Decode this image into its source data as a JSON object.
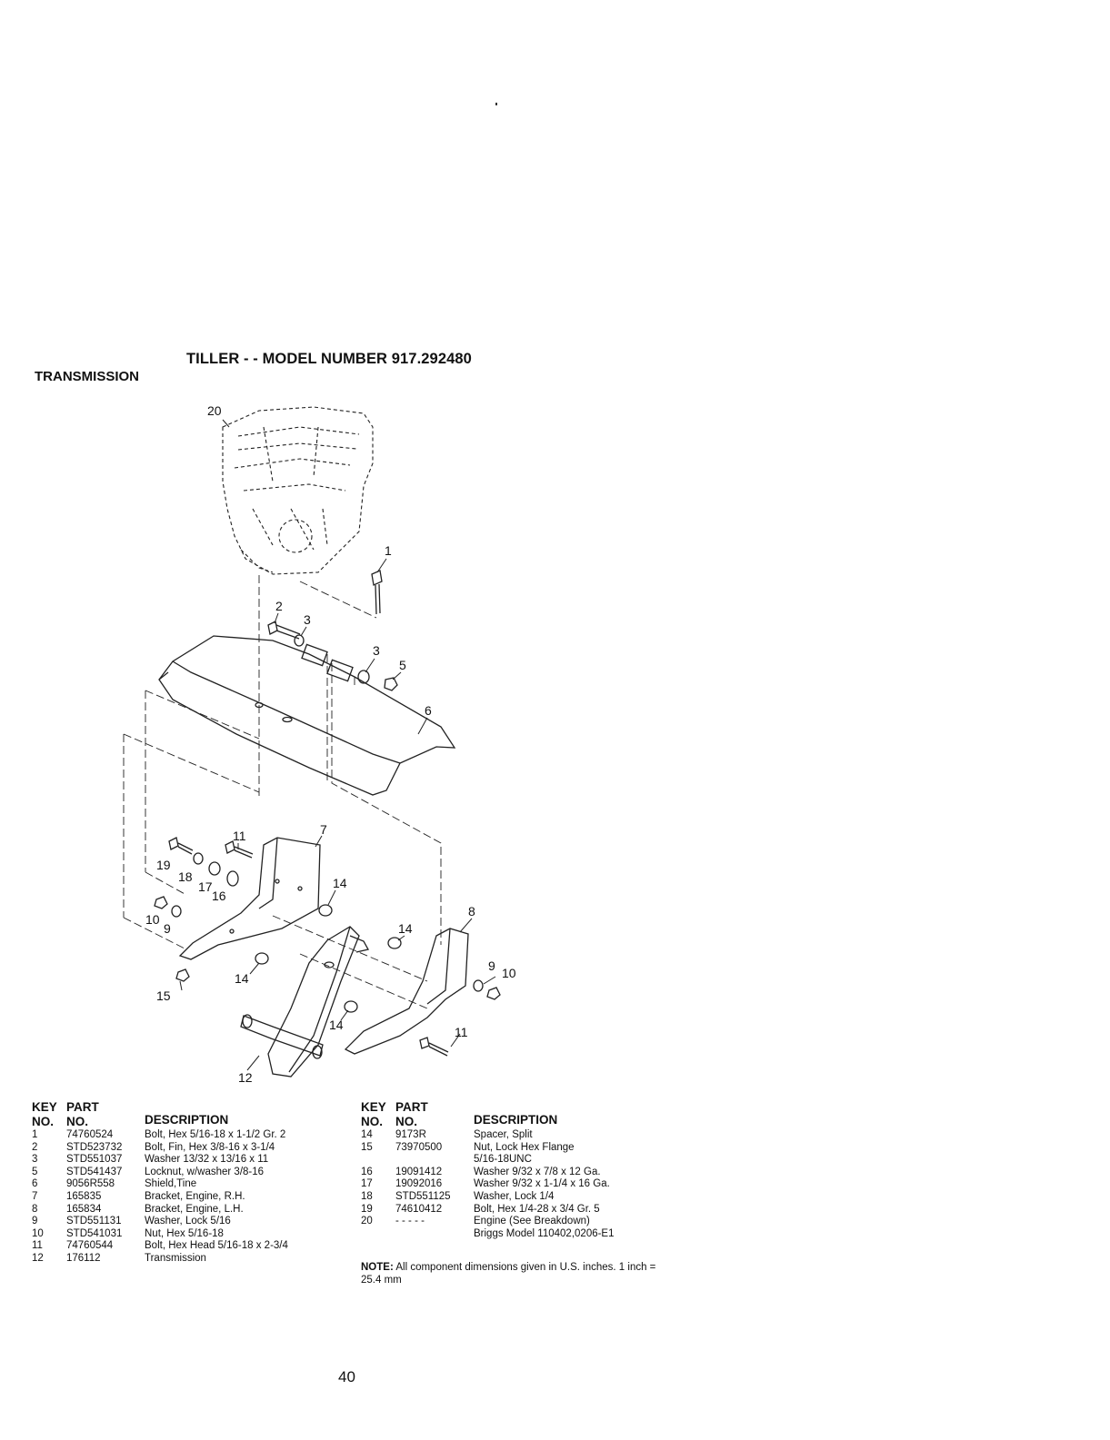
{
  "header": {
    "title": "TILLER - - MODEL NUMBER 917.292480",
    "section": "TRANSMISSION"
  },
  "diagram": {
    "callouts": [
      "20",
      "1",
      "2",
      "3",
      "3",
      "5",
      "6",
      "7",
      "11",
      "19",
      "18",
      "17",
      "16",
      "14",
      "8",
      "14",
      "10",
      "9",
      "9",
      "10",
      "14",
      "15",
      "14",
      "11",
      "12"
    ]
  },
  "parts_table": {
    "headers": {
      "key_top": "KEY",
      "key_bottom": "NO.",
      "part_top": "PART",
      "part_bottom": "NO.",
      "description": "DESCRIPTION"
    },
    "left": [
      {
        "key": "1",
        "part": "74760524",
        "desc": "Bolt, Hex 5/16-18 x 1-1/2 Gr. 2"
      },
      {
        "key": "2",
        "part": "STD523732",
        "desc": "Bolt, Fin, Hex 3/8-16 x 3-1/4"
      },
      {
        "key": "3",
        "part": "STD551037",
        "desc": "Washer 13/32 x 13/16 x 11"
      },
      {
        "key": "5",
        "part": "STD541437",
        "desc": "Locknut, w/washer 3/8-16"
      },
      {
        "key": "6",
        "part": "9056R558",
        "desc": "Shield,Tine"
      },
      {
        "key": "7",
        "part": "165835",
        "desc": "Bracket, Engine, R.H."
      },
      {
        "key": "8",
        "part": "165834",
        "desc": "Bracket, Engine, L.H."
      },
      {
        "key": "9",
        "part": "STD551131",
        "desc": "Washer, Lock 5/16"
      },
      {
        "key": "10",
        "part": "STD541031",
        "desc": "Nut, Hex 5/16-18"
      },
      {
        "key": "11",
        "part": "74760544",
        "desc": "Bolt, Hex Head 5/16-18 x 2-3/4"
      },
      {
        "key": "12",
        "part": "176112",
        "desc": "Transmission"
      }
    ],
    "right": [
      {
        "key": "14",
        "part": "9173R",
        "desc": "Spacer, Split"
      },
      {
        "key": "15",
        "part": "73970500",
        "desc": "Nut, Lock Hex Flange"
      },
      {
        "key": "",
        "part": "",
        "desc": "5/16-18UNC"
      },
      {
        "key": "16",
        "part": "19091412",
        "desc": "Washer 9/32 x 7/8 x 12 Ga."
      },
      {
        "key": "17",
        "part": "19092016",
        "desc": "Washer 9/32 x 1-1/4 x 16 Ga."
      },
      {
        "key": "18",
        "part": "STD551125",
        "desc": "Washer, Lock 1/4"
      },
      {
        "key": "19",
        "part": "74610412",
        "desc": "Bolt, Hex 1/4-28 x 3/4 Gr. 5"
      },
      {
        "key": "20",
        "part": "- - - - -",
        "desc": "Engine (See Breakdown)"
      },
      {
        "key": "",
        "part": "",
        "desc": "Briggs Model 110402,0206-E1"
      }
    ]
  },
  "note": {
    "label": "NOTE:",
    "text": "All component dimensions given in U.S. inches. 1 inch = 25.4 mm"
  },
  "footer": {
    "page_number": "40"
  }
}
